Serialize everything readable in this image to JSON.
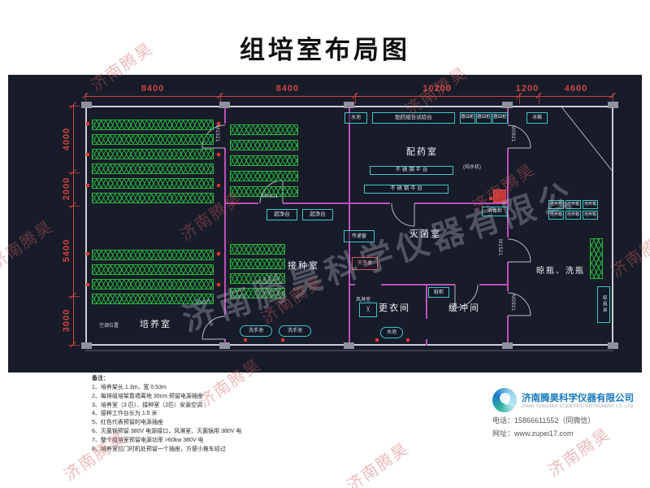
{
  "title": "组培室布局图",
  "colors": {
    "dimension_red": "#cf4444",
    "wall_magenta": "#bf4fbf",
    "rack_green": "#29b43e",
    "equipment_cyan": "#3ec6c6",
    "canvas_dark": "#171c28",
    "outlet_red": "#e03434"
  },
  "dimensions": {
    "top": [
      "8400",
      "8400",
      "10200",
      "1200",
      "4600"
    ],
    "left": [
      "4000",
      "2000",
      "5400",
      "3000"
    ]
  },
  "rooms": {
    "prep": "配药室",
    "steril": "灭菌室",
    "inoc": "接种室",
    "culture": "培养室",
    "changing": "更衣间",
    "buffer": "缓冲间",
    "washing": "晾瓶、洗瓶"
  },
  "doors": {
    "m0921": "M0921",
    "m1521": "M1521"
  },
  "equipment": {
    "sink": "水池",
    "prep_bench": "配药组合试验台",
    "vessel_cabinet": "器皿柜",
    "fridge": "冰箱",
    "stainless": "不 锈 钢 平 台",
    "water_purifier": "(纯水机)",
    "disinfect_cabinet": "消毒柜",
    "pass_window": "传递窗",
    "clean_bench": "超净台",
    "balance_table": "天平桌",
    "air_shower": "风淋室",
    "shoe_cabinet": "鞋柜",
    "wash_sink": "洗手池",
    "incubator": "培养箱",
    "bottle_rack": "晾瓶架",
    "ac_note": "空调位置"
  },
  "icons": {
    "fan": "╳"
  },
  "notes": {
    "heading": "备注：",
    "items": [
      "1、培养架长 1.3m，宽 0.53m",
      "2、每排组培架靠墙离地 30cm 预留电源插座",
      "3、培养室（3 匹）、接种室（2匹）安装空调",
      "4、接种工作台长为 1.5 米",
      "5、红色代表预留的电源插座",
      "6、灭菌锅预留 380V 电源接口，风淋室、灭菌锅用 380V 电",
      "7、整个组培室预留电源功率 >60kw 380V 电",
      "8、培养室拉门时机处预留一个插座，方便小推车经过"
    ]
  },
  "company": {
    "name": "济南腾昊科学仪器有限公司",
    "name_en": "JINAN TENGHAO SCIENTIFIC INSTRUMENT CO.,LTD",
    "phone": "电话：15866611552（同微信）",
    "website": "网址：www.zupei17.com"
  },
  "watermark": {
    "short": "济南腾昊",
    "long": "济南腾昊科学仪器有限公"
  }
}
